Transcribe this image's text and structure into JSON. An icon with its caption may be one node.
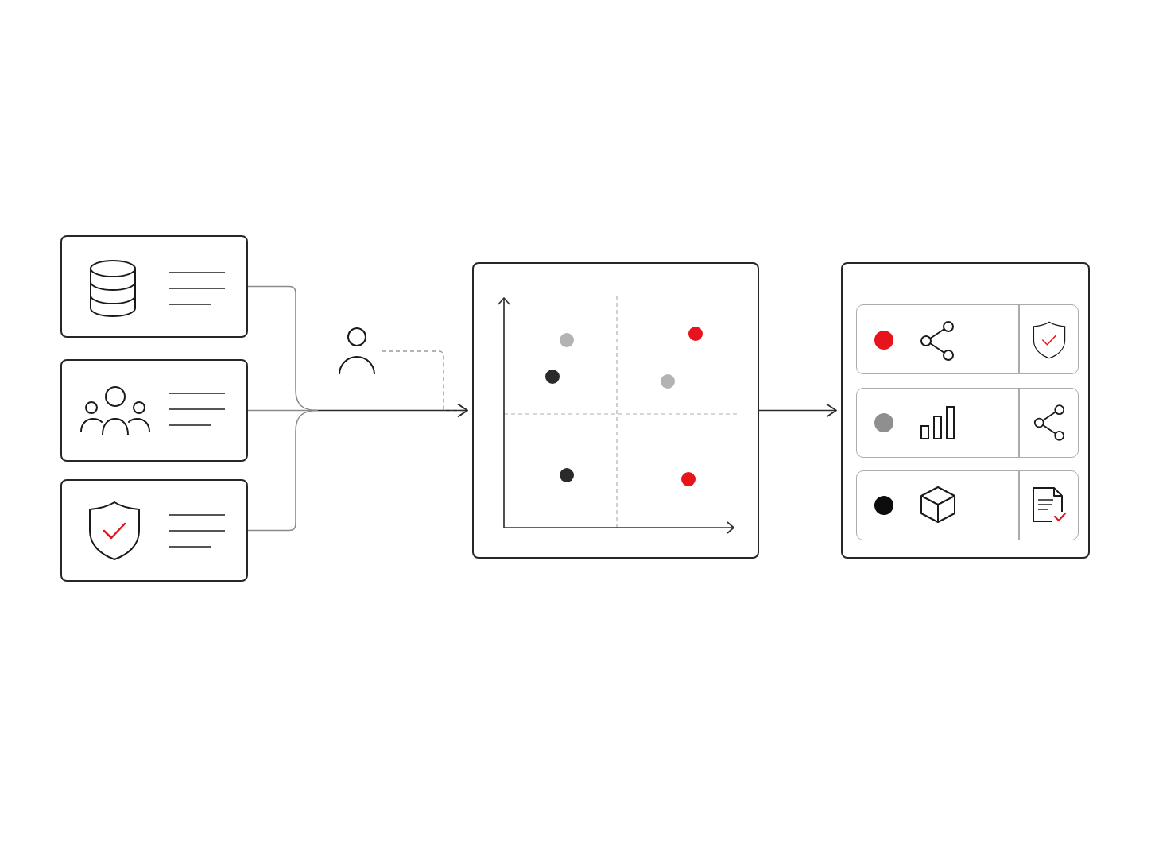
{
  "diagram": {
    "nodes": [
      {
        "text": [],
        "shape": "box"
      },
      {
        "text": [],
        "shape": "box"
      },
      {
        "text": [],
        "shape": "box"
      },
      {
        "text": [],
        "shape": "person"
      },
      {
        "text": [],
        "shape": "box"
      },
      {
        "text": [],
        "shape": "box"
      },
      {
        "text": [],
        "shape": "box",
        "in": 5
      },
      {
        "text": [],
        "shape": "box",
        "in": 5
      },
      {
        "text": [],
        "shape": "box",
        "in": 5
      }
    ],
    "edges": [
      {
        "from": 0,
        "to": 4,
        "arrow": "to",
        "color": "#8a8a8a"
      },
      {
        "from": 1,
        "to": 4,
        "arrow": "to",
        "color": "#2b2b2b"
      },
      {
        "from": 2,
        "to": 4,
        "arrow": "to",
        "color": "#8a8a8a"
      },
      {
        "from": 3,
        "to": 4,
        "arrow": "to",
        "style": "dashed"
      },
      {
        "from": 4,
        "to": 5,
        "arrow": "to",
        "color": "#2b2b2b"
      }
    ]
  }
}
